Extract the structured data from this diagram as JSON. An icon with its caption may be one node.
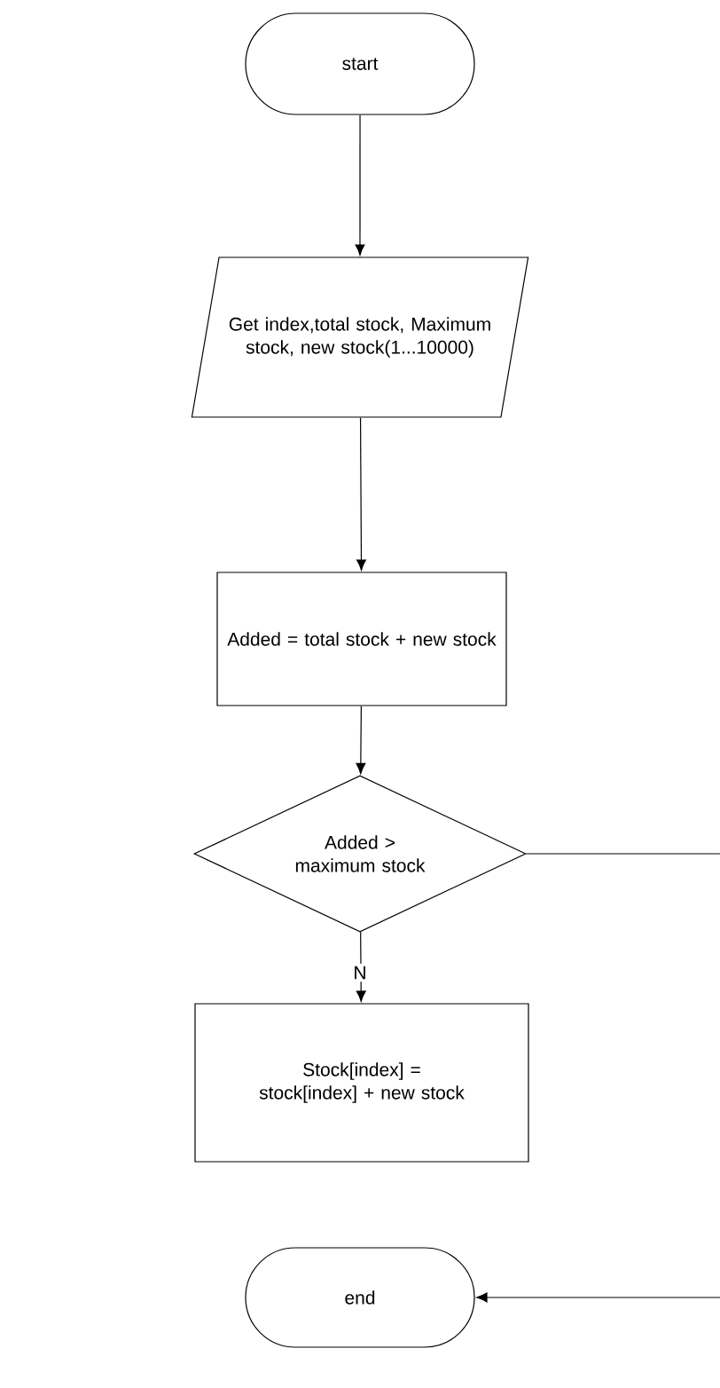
{
  "diagram": {
    "nodes": [
      {
        "text": [
          "start"
        ]
      },
      {
        "text": [
          "Get index,total stock, Maximum stock, new stock(1...10000)"
        ]
      },
      {
        "text": [
          "Added = total stock + new stock"
        ]
      },
      {
        "text": [
          "Added > maximum stock"
        ]
      },
      {
        "text": [
          "Stock[index] = stock[index] + new stock"
        ]
      },
      {
        "text": [
          "end"
        ]
      }
    ],
    "edges": [
      {
        "from": 0,
        "to": 1,
        "arrow": "to"
      },
      {
        "from": 1,
        "to": 2,
        "arrow": "to"
      },
      {
        "from": 2,
        "to": 3,
        "arrow": "to"
      },
      {
        "from": 3,
        "to": 4,
        "arrow": "to",
        "label": "N"
      },
      {
        "from": 3,
        "to": null,
        "arrow": "none"
      },
      {
        "from": null,
        "to": 5,
        "arrow": "to"
      }
    ]
  }
}
